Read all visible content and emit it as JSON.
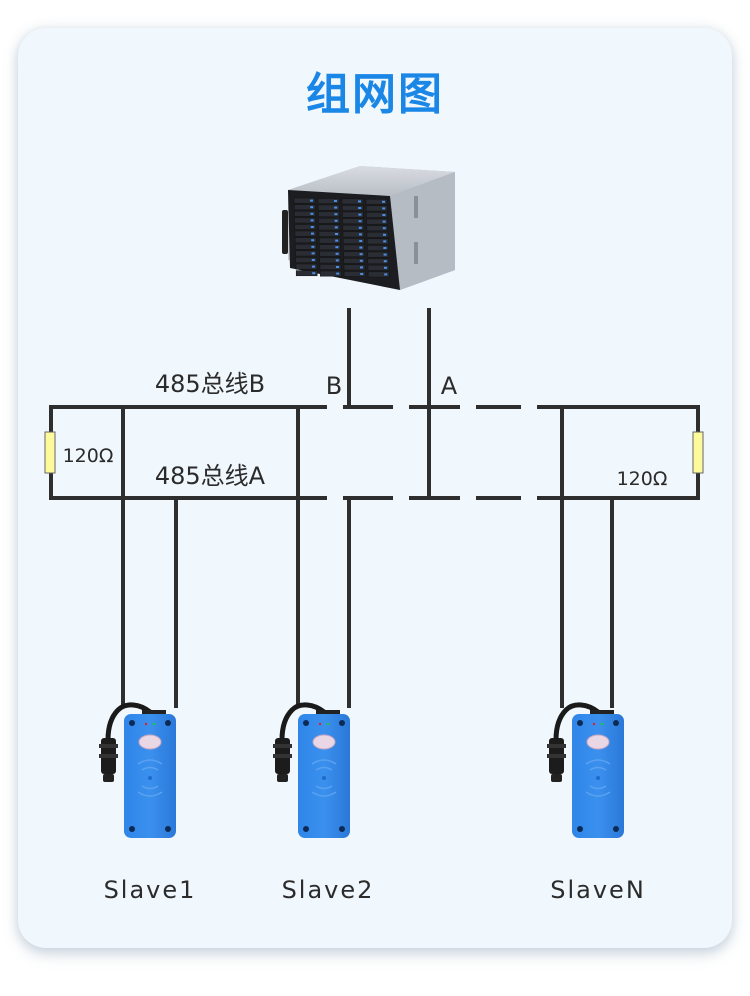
{
  "title": "组网图",
  "master": {
    "name": "rack-server",
    "wire_labels": {
      "b": "B",
      "a": "A"
    }
  },
  "bus": {
    "line_b_label": "485总线B",
    "line_a_label": "485总线A"
  },
  "terminators": [
    {
      "label": "120Ω",
      "side": "left"
    },
    {
      "label": "120Ω",
      "side": "right"
    }
  ],
  "slaves": [
    {
      "label": "Slave1"
    },
    {
      "label": "Slave2"
    },
    {
      "label": "SlaveN"
    }
  ],
  "colors": {
    "title": "#1a86e6",
    "card_bg": "#f0f7fd",
    "wire": "#2e2e2e",
    "resistor": "#fdfa9c",
    "device": "#2a7fe0"
  }
}
